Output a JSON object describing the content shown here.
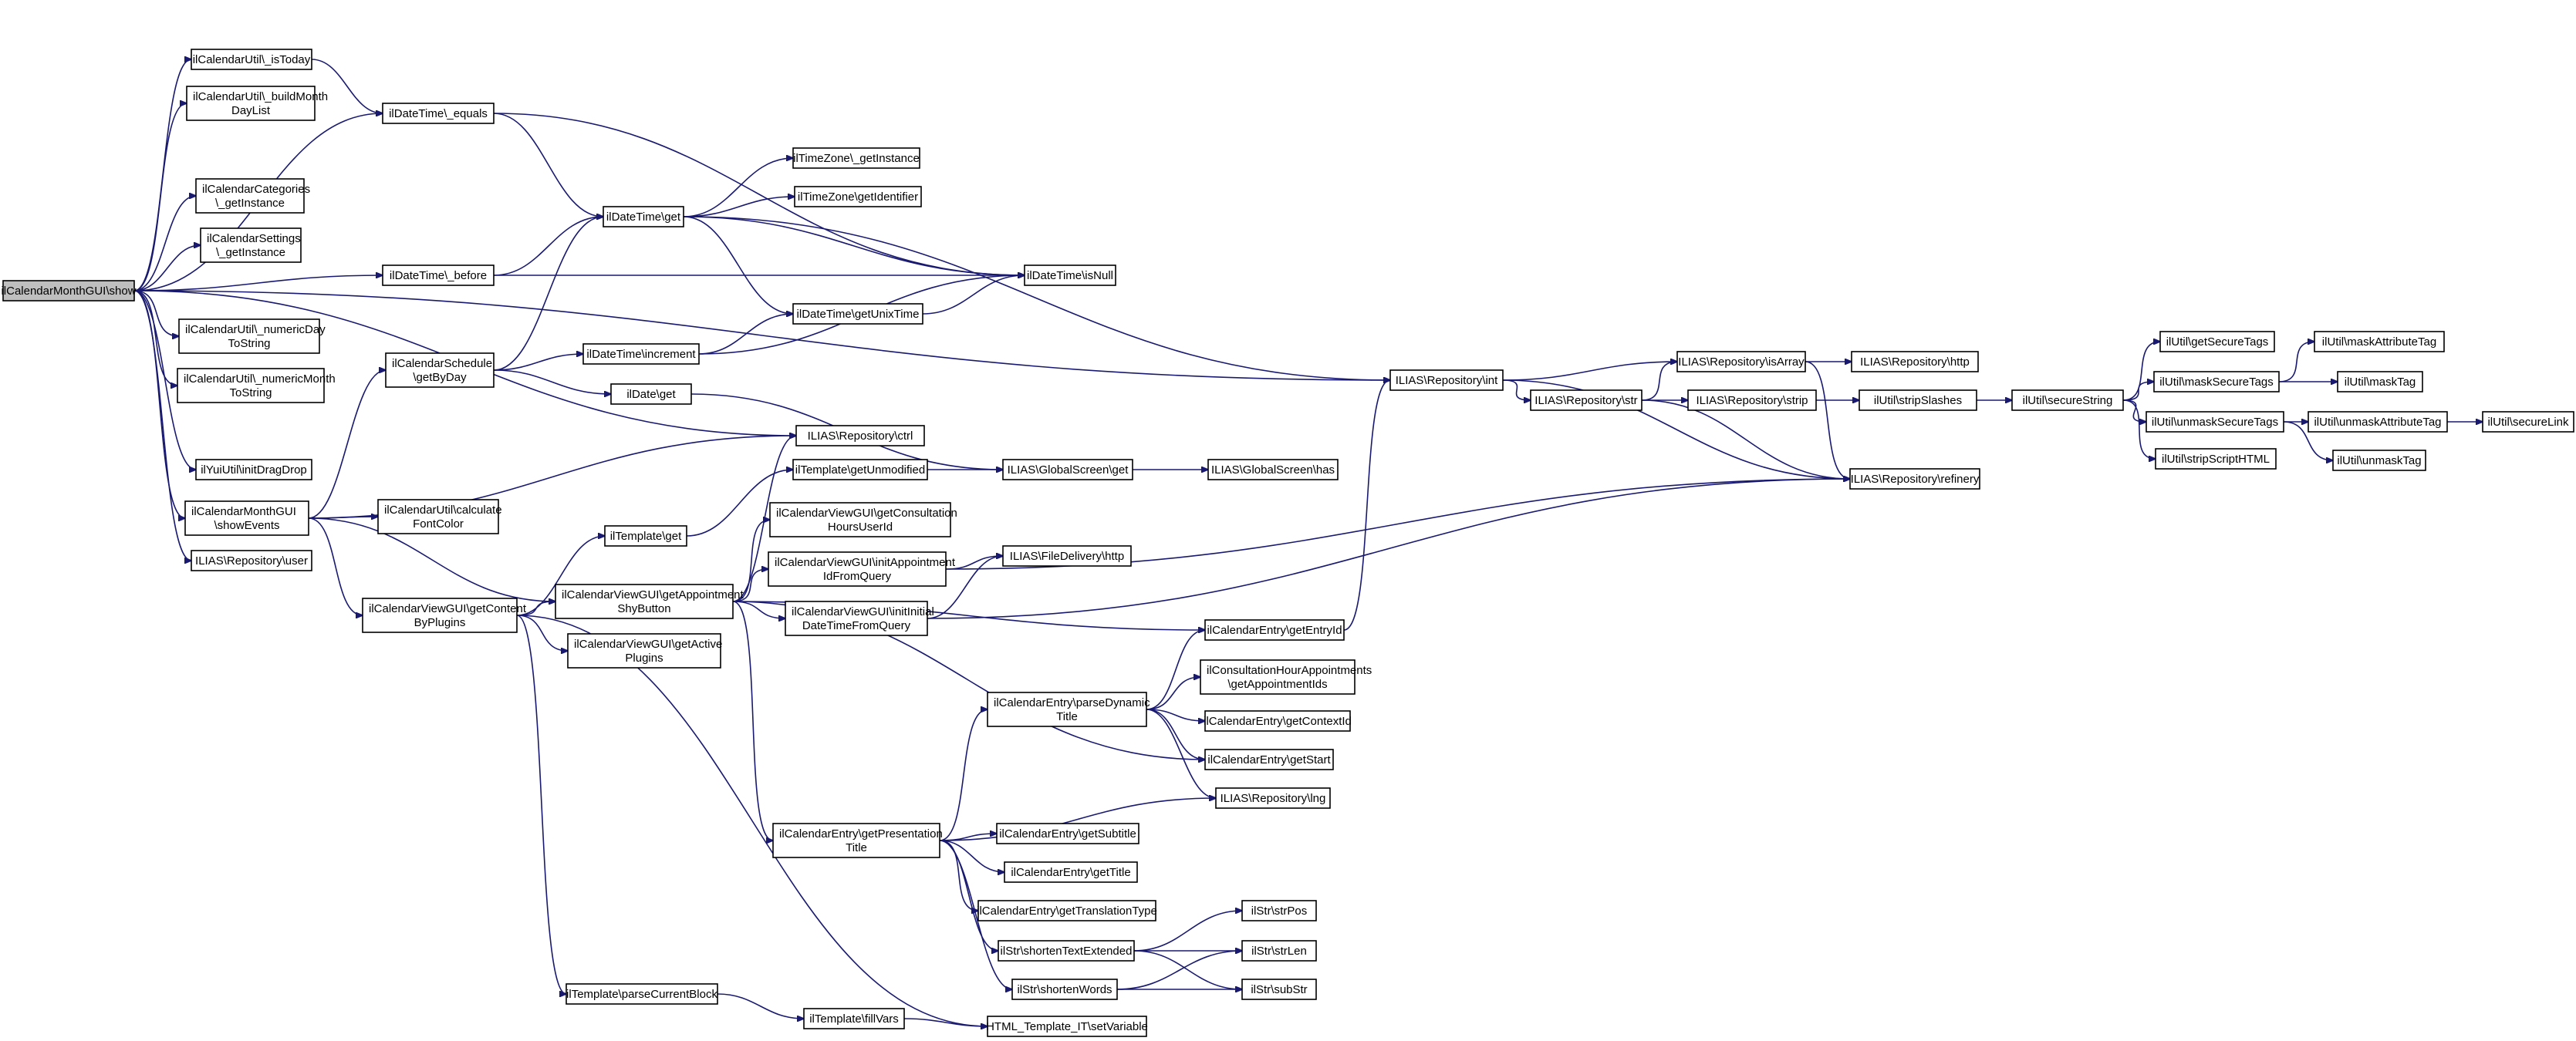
{
  "diagram": {
    "type": "call-graph",
    "edge_color": "#191970",
    "root_fill": "#bfbfbf",
    "nodes": [
      {
        "id": "root",
        "lines": [
          "ilCalendarMonthGUI\\show"
        ],
        "root": true
      },
      {
        "id": "isToday",
        "lines": [
          "ilCalendarUtil\\_isToday"
        ]
      },
      {
        "id": "buildMonthDayList",
        "lines": [
          "ilCalendarUtil\\_buildMonth",
          "DayList"
        ]
      },
      {
        "id": "catGetInstance",
        "lines": [
          "ilCalendarCategories",
          "\\_getInstance"
        ]
      },
      {
        "id": "settingsGetInstance",
        "lines": [
          "ilCalendarSettings",
          "\\_getInstance"
        ]
      },
      {
        "id": "numericDay",
        "lines": [
          "ilCalendarUtil\\_numericDay",
          "ToString"
        ]
      },
      {
        "id": "numericMonth",
        "lines": [
          "ilCalendarUtil\\_numericMonth",
          "ToString"
        ]
      },
      {
        "id": "yuiInitDragDrop",
        "lines": [
          "ilYuiUtil\\initDragDrop"
        ]
      },
      {
        "id": "showEvents",
        "lines": [
          "ilCalendarMonthGUI",
          "\\showEvents"
        ]
      },
      {
        "id": "repoUser",
        "lines": [
          "ILIAS\\Repository\\user"
        ]
      },
      {
        "id": "dtEquals",
        "lines": [
          "ilDateTime\\_equals"
        ]
      },
      {
        "id": "dtBefore",
        "lines": [
          "ilDateTime\\_before"
        ]
      },
      {
        "id": "dtGet",
        "lines": [
          "ilDateTime\\get"
        ]
      },
      {
        "id": "schedGetByDay",
        "lines": [
          "ilCalendarSchedule",
          "\\getByDay"
        ]
      },
      {
        "id": "calcFontColor",
        "lines": [
          "ilCalendarUtil\\calculate",
          "FontColor"
        ]
      },
      {
        "id": "getContentByPlugins",
        "lines": [
          "ilCalendarViewGUI\\getContent",
          "ByPlugins"
        ]
      },
      {
        "id": "tzGetInstance",
        "lines": [
          "ilTimeZone\\_getInstance"
        ]
      },
      {
        "id": "tzGetIdentifier",
        "lines": [
          "ilTimeZone\\getIdentifier"
        ]
      },
      {
        "id": "dtIncrement",
        "lines": [
          "ilDateTime\\increment"
        ]
      },
      {
        "id": "dateGet",
        "lines": [
          "ilDate\\get"
        ]
      },
      {
        "id": "dtGetUnixTime",
        "lines": [
          "ilDateTime\\getUnixTime"
        ]
      },
      {
        "id": "dtIsNull",
        "lines": [
          "ilDateTime\\isNull"
        ]
      },
      {
        "id": "repoCtrl",
        "lines": [
          "ILIAS\\Repository\\ctrl"
        ]
      },
      {
        "id": "tplGetUnmodified",
        "lines": [
          "ilTemplate\\getUnmodified"
        ]
      },
      {
        "id": "tplGet",
        "lines": [
          "ilTemplate\\get"
        ]
      },
      {
        "id": "getConsultHoursUserId",
        "lines": [
          "ilCalendarViewGUI\\getConsultation",
          "HoursUserId"
        ]
      },
      {
        "id": "initAppointmentId",
        "lines": [
          "ilCalendarViewGUI\\initAppointment",
          "IdFromQuery"
        ]
      },
      {
        "id": "getApptShyButton",
        "lines": [
          "ilCalendarViewGUI\\getAppointment",
          "ShyButton"
        ]
      },
      {
        "id": "initInitialDateTime",
        "lines": [
          "ilCalendarViewGUI\\initInitial",
          "DateTimeFromQuery"
        ]
      },
      {
        "id": "getActivePlugins",
        "lines": [
          "ilCalendarViewGUI\\getActive",
          "Plugins"
        ]
      },
      {
        "id": "gsGet",
        "lines": [
          "ILIAS\\GlobalScreen\\get"
        ]
      },
      {
        "id": "gsHas",
        "lines": [
          "ILIAS\\GlobalScreen\\has"
        ]
      },
      {
        "id": "fdHttp",
        "lines": [
          "ILIAS\\FileDelivery\\http"
        ]
      },
      {
        "id": "entryGetEntryId",
        "lines": [
          "ilCalendarEntry\\getEntryId"
        ]
      },
      {
        "id": "chaGetAppointmentIds",
        "lines": [
          "ilConsultationHourAppointments",
          "\\getAppointmentIds"
        ]
      },
      {
        "id": "entryParseDynamicTitle",
        "lines": [
          "ilCalendarEntry\\parseDynamic",
          "Title"
        ]
      },
      {
        "id": "entryGetContextId",
        "lines": [
          "ilCalendarEntry\\getContextId"
        ]
      },
      {
        "id": "entryGetStart",
        "lines": [
          "ilCalendarEntry\\getStart"
        ]
      },
      {
        "id": "repoLng",
        "lines": [
          "ILIAS\\Repository\\lng"
        ]
      },
      {
        "id": "entryGetPresentationTitle",
        "lines": [
          "ilCalendarEntry\\getPresentation",
          "Title"
        ]
      },
      {
        "id": "entryGetSubtitle",
        "lines": [
          "ilCalendarEntry\\getSubtitle"
        ]
      },
      {
        "id": "entryGetTitle",
        "lines": [
          "ilCalendarEntry\\getTitle"
        ]
      },
      {
        "id": "entryGetTranslationType",
        "lines": [
          "ilCalendarEntry\\getTranslationType"
        ]
      },
      {
        "id": "strShortenTextExtended",
        "lines": [
          "ilStr\\shortenTextExtended"
        ]
      },
      {
        "id": "strShortenWords",
        "lines": [
          "ilStr\\shortenWords"
        ]
      },
      {
        "id": "strStrPos",
        "lines": [
          "ilStr\\strPos"
        ]
      },
      {
        "id": "strStrLen",
        "lines": [
          "ilStr\\strLen"
        ]
      },
      {
        "id": "strSubStr",
        "lines": [
          "ilStr\\subStr"
        ]
      },
      {
        "id": "tplParseCurrentBlock",
        "lines": [
          "ilTemplate\\parseCurrentBlock"
        ]
      },
      {
        "id": "tplFillVars",
        "lines": [
          "ilTemplate\\fillVars"
        ]
      },
      {
        "id": "htmlSetVariable",
        "lines": [
          "HTML_Template_IT\\setVariable"
        ]
      },
      {
        "id": "repoInt",
        "lines": [
          "ILIAS\\Repository\\int"
        ]
      },
      {
        "id": "repoStr",
        "lines": [
          "ILIAS\\Repository\\str"
        ]
      },
      {
        "id": "repoIsArray",
        "lines": [
          "ILIAS\\Repository\\isArray"
        ]
      },
      {
        "id": "repoHttp",
        "lines": [
          "ILIAS\\Repository\\http"
        ]
      },
      {
        "id": "repoStrip",
        "lines": [
          "ILIAS\\Repository\\strip"
        ]
      },
      {
        "id": "repoRefinery",
        "lines": [
          "ILIAS\\Repository\\refinery"
        ]
      },
      {
        "id": "utilStripSlashes",
        "lines": [
          "ilUtil\\stripSlashes"
        ]
      },
      {
        "id": "utilSecureString",
        "lines": [
          "ilUtil\\secureString"
        ]
      },
      {
        "id": "utilGetSecureTags",
        "lines": [
          "ilUtil\\getSecureTags"
        ]
      },
      {
        "id": "utilMaskSecureTags",
        "lines": [
          "ilUtil\\maskSecureTags"
        ]
      },
      {
        "id": "utilUnmaskSecureTags",
        "lines": [
          "ilUtil\\unmaskSecureTags"
        ]
      },
      {
        "id": "utilStripScriptHTML",
        "lines": [
          "ilUtil\\stripScriptHTML"
        ]
      },
      {
        "id": "utilMaskAttributeTag",
        "lines": [
          "ilUtil\\maskAttributeTag"
        ]
      },
      {
        "id": "utilMaskTag",
        "lines": [
          "ilUtil\\maskTag"
        ]
      },
      {
        "id": "utilUnmaskAttributeTag",
        "lines": [
          "ilUtil\\unmaskAttributeTag"
        ]
      },
      {
        "id": "utilUnmaskTag",
        "lines": [
          "ilUtil\\unmaskTag"
        ]
      },
      {
        "id": "utilSecureLink",
        "lines": [
          "ilUtil\\secureLink"
        ]
      }
    ]
  }
}
